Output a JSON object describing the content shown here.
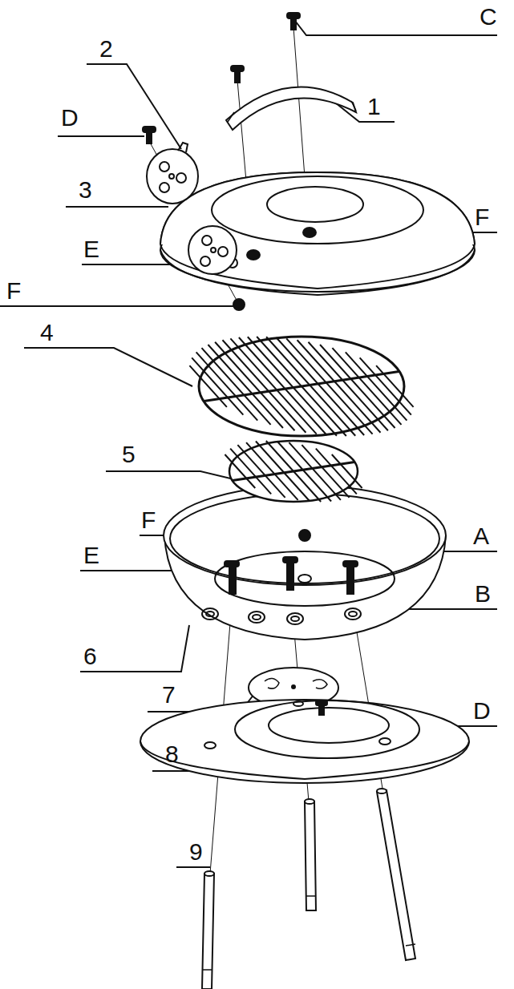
{
  "diagram": {
    "labels": [
      "C",
      "2",
      "1",
      "D",
      "3",
      "F",
      "E",
      "F",
      "4",
      "5",
      "F",
      "A",
      "E",
      "B",
      "6",
      "7",
      "D",
      "8",
      "9"
    ]
  }
}
